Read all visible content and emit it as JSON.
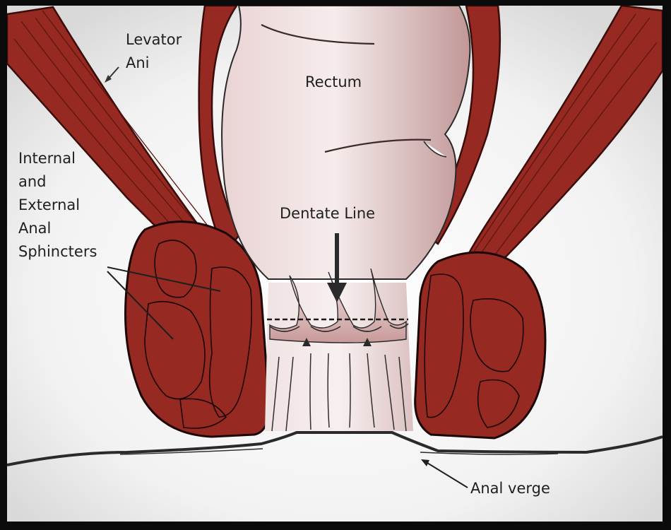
{
  "labels": {
    "levator_ani": [
      "Levator",
      "Ani"
    ],
    "rectum": "Rectum",
    "sphincters": [
      "Internal",
      "and",
      "External",
      "Anal",
      "Sphincters"
    ],
    "dentate_line": "Dentate Line",
    "anal_verge": "Anal verge"
  },
  "colors": {
    "muscle": "#962a22",
    "muscle_outline": "#3a0d0a",
    "rectum_light": "#f3e6e6",
    "rectum_dark": "#c89a9a",
    "skin_line": "#2a2a2a",
    "background": "#f4f4f4"
  }
}
